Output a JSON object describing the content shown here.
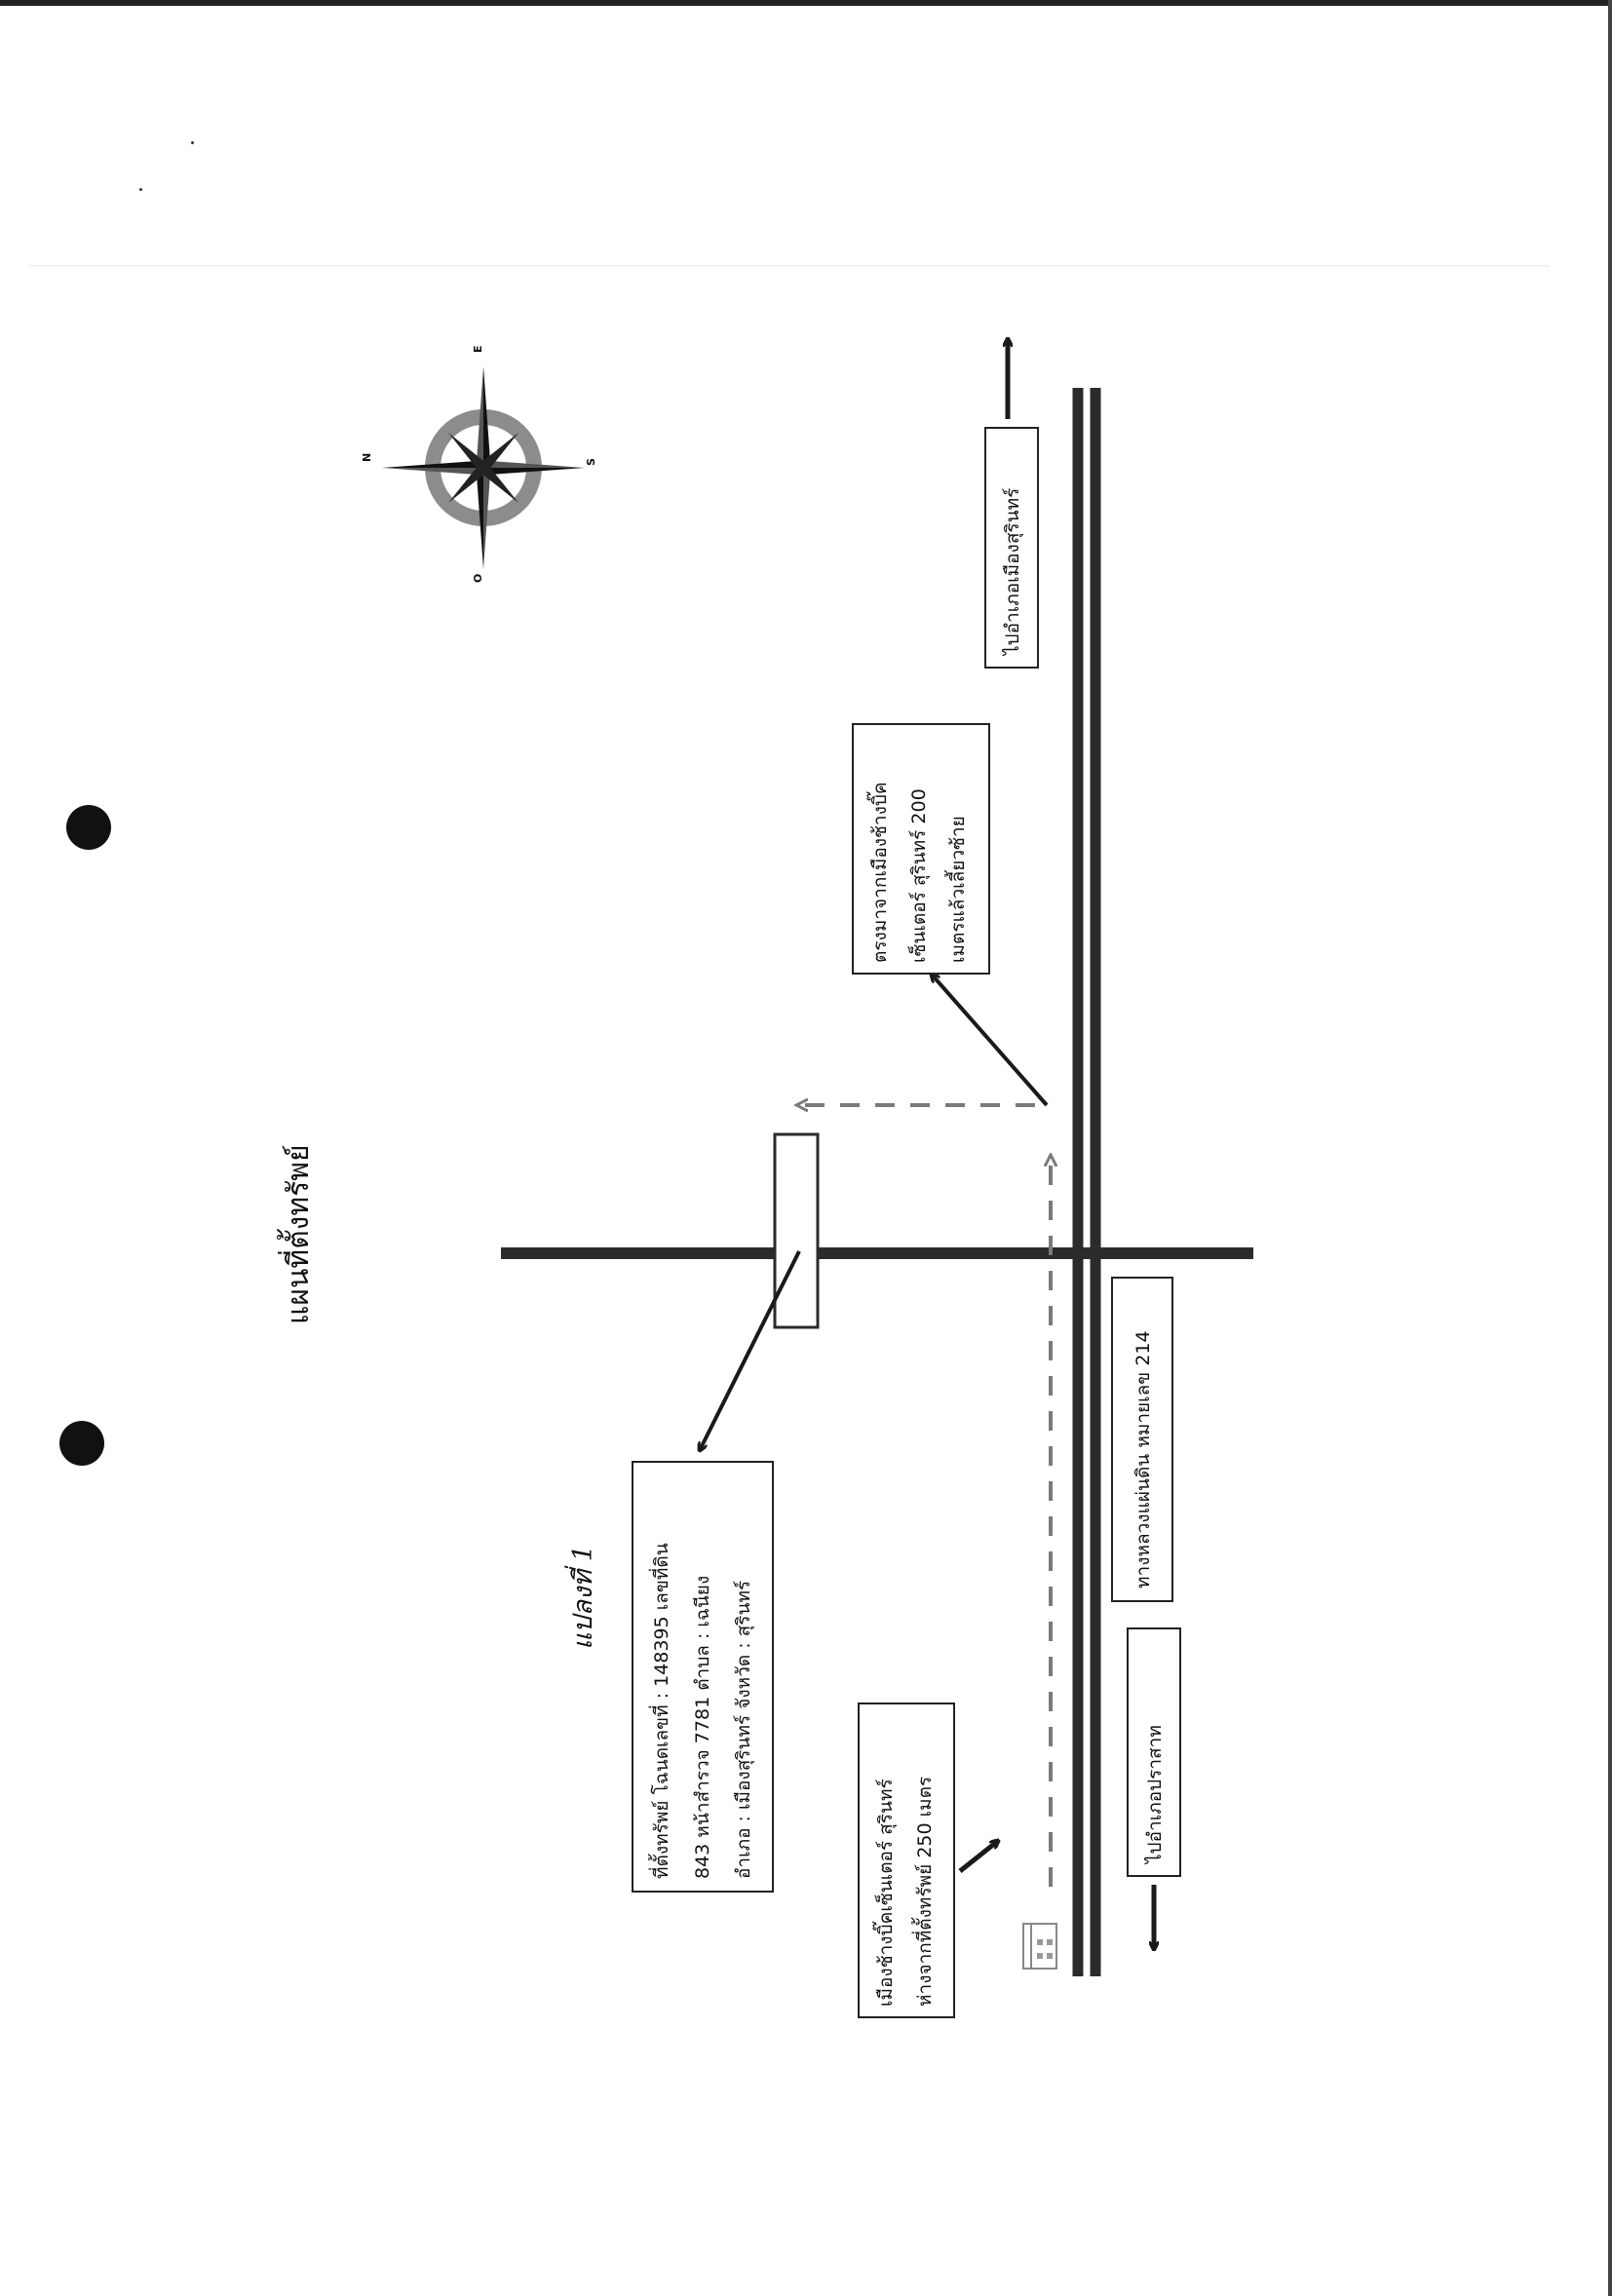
{
  "map": {
    "title": "แผนที่ตั้งทรัพย์",
    "handwritten_note": "แปลงที่ 1",
    "property_box": {
      "lines": [
        "ที่ตั้งทรัพย์ โฉนดเลขที่ : 148395 เลขที่ดิน",
        "843 หน้าสำรวจ 7781 ตำบล : เฉนียง",
        "อำเภอ : เมืองสุรินทร์ จังหวัด : สุรินทร์"
      ]
    },
    "direction_box": {
      "lines": [
        "ตรงมาจากเมืองช้างบิ๊ค",
        "เซ็นเตอร์ สุรินทร์ 200",
        "เมตรแล้วเลี้ยวซ้าย"
      ]
    },
    "landmark_box": {
      "lines": [
        "เมืองช้างบิ๊คเซ็นเตอร์ สุรินทร์",
        "ห่างจากที่ตั้งทรัพย์ 250 เมตร"
      ]
    },
    "highway_label": "ทางหลวงแผ่นดิน หมายเลข 214",
    "to_surin_label": "ไปอำเภอเมืองสุรินทร์",
    "to_prasat_label": "ไปอำเภอปราสาท",
    "compass": {
      "n": "N",
      "s": "S",
      "e": "E",
      "w": "O"
    }
  },
  "colors": {
    "road": "#2b2b2b",
    "dashed_route": "#7a7a7a",
    "compass_ring": "#8c8c8c"
  }
}
